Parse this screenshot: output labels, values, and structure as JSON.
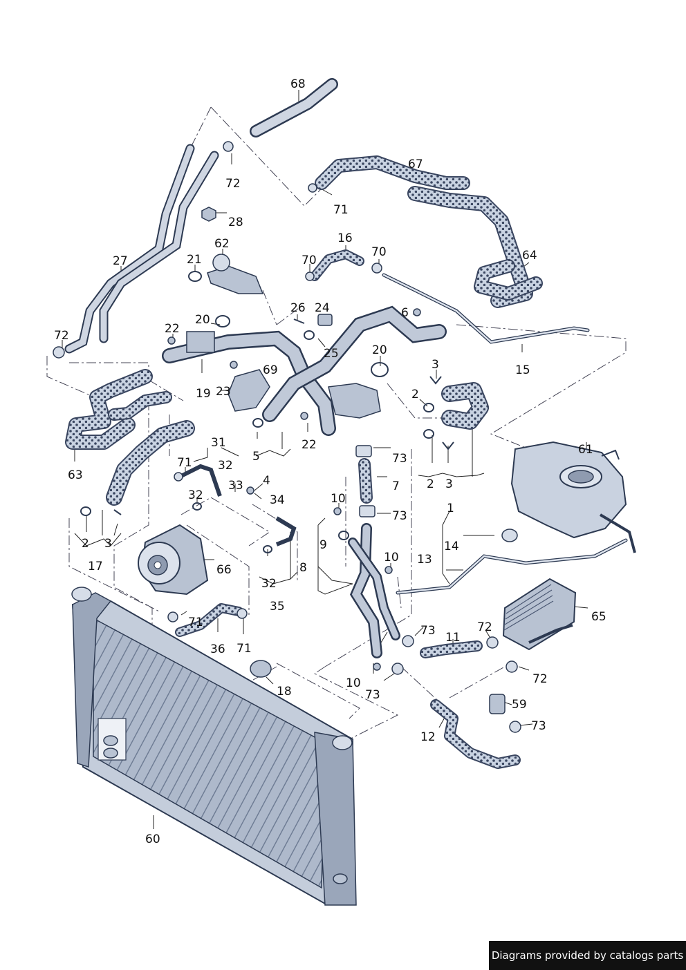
{
  "footer": {
    "text": "Diagrams provided by catalogs parts"
  },
  "colors": {
    "metal": "#b9c3d3",
    "outline": "#2d3a52",
    "hose_fill": "#c9d3e2",
    "dots": "#3a4660",
    "footer_bg": "#111111"
  },
  "callouts": [
    "68",
    "72",
    "71",
    "67",
    "28",
    "16",
    "70",
    "70",
    "64",
    "27",
    "21",
    "62",
    "26",
    "24",
    "6",
    "20",
    "22",
    "72",
    "19",
    "25",
    "20",
    "15",
    "23",
    "69",
    "3",
    "2",
    "61",
    "63",
    "31",
    "32",
    "71",
    "5",
    "22",
    "73",
    "7",
    "33",
    "4",
    "32",
    "34",
    "2",
    "3",
    "2",
    "3",
    "73",
    "10",
    "1",
    "9",
    "14",
    "13",
    "10",
    "17",
    "66",
    "8",
    "32",
    "35",
    "73",
    "11",
    "72",
    "65",
    "71",
    "36",
    "71",
    "10",
    "73",
    "72",
    "18",
    "59",
    "73",
    "12",
    "60"
  ]
}
